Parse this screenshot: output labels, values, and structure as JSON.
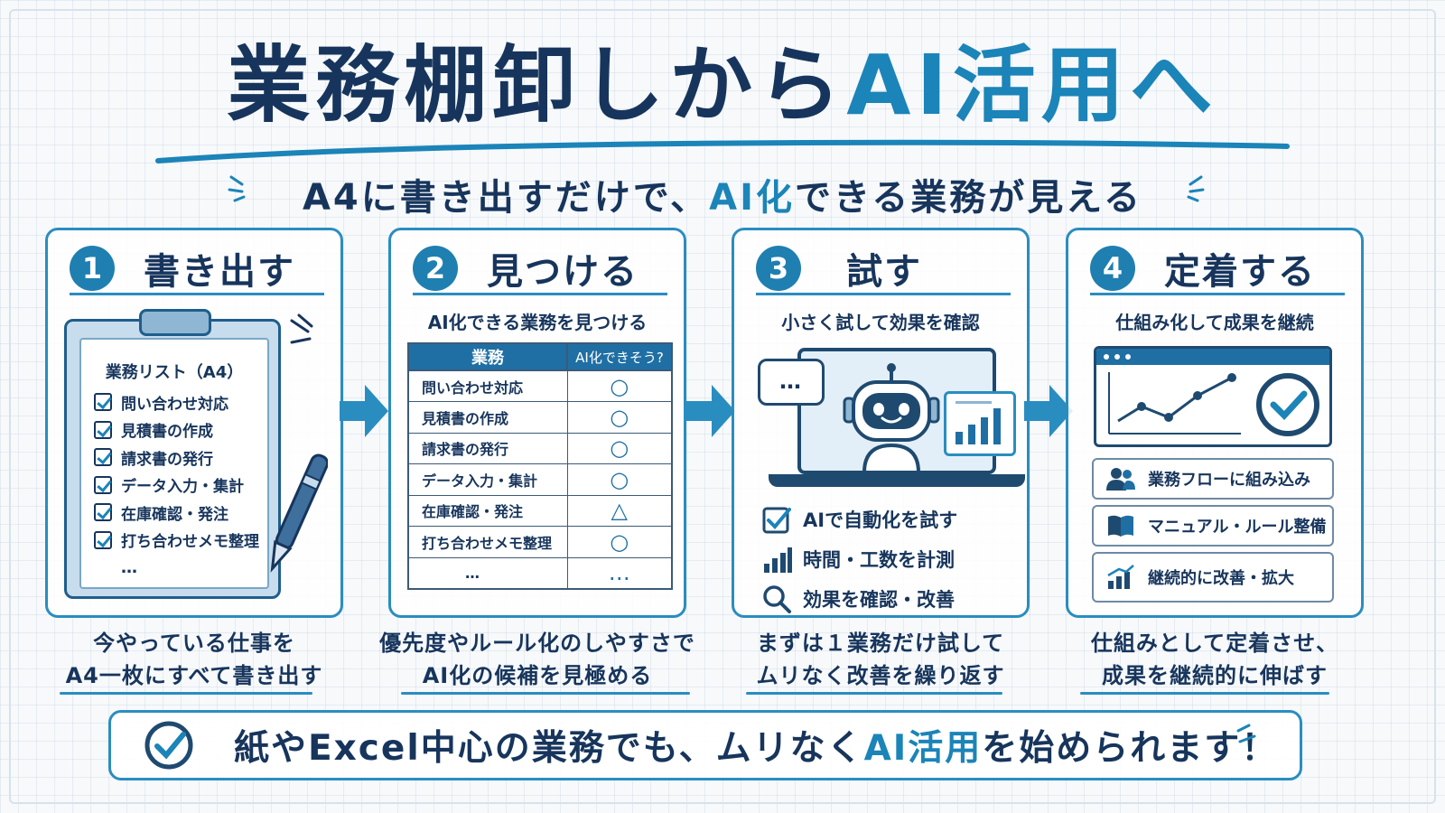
{
  "title": {
    "part1": "業務棚卸しから",
    "part2": "AI活用へ"
  },
  "subtitle": {
    "part1": "A4に書き出すだけで、",
    "part2": "AI化",
    "part3": "できる業務が見える"
  },
  "colors": {
    "navy": "#17355c",
    "accent": "#1b84b8",
    "border": "#2a8dc0",
    "grid": "#f7f9fb"
  },
  "steps": [
    {
      "num": "1",
      "title": "書き出す",
      "clipboard": {
        "title": "業務リスト（A4）",
        "items": [
          "問い合わせ対応",
          "見積書の作成",
          "請求書の発行",
          "データ入力・集計",
          "在庫確認・発注",
          "打ち合わせメモ整理"
        ],
        "more": "…"
      },
      "icons": [
        "clipboard-icon",
        "checkbox-icon",
        "pen-icon"
      ],
      "caption": [
        "今やっている仕事を",
        "A4一枚にすべて書き出す"
      ]
    },
    {
      "num": "2",
      "title": "見つける",
      "sub": "AI化できる業務を見つける",
      "table": {
        "headers": [
          "業務",
          "AI化できそう?"
        ],
        "rows": [
          {
            "task": "問い合わせ対応",
            "mark": "○"
          },
          {
            "task": "見積書の作成",
            "mark": "○"
          },
          {
            "task": "請求書の発行",
            "mark": "○"
          },
          {
            "task": "データ入力・集計",
            "mark": "○"
          },
          {
            "task": "在庫確認・発注",
            "mark": "△"
          },
          {
            "task": "打ち合わせメモ整理",
            "mark": "○"
          },
          {
            "task": "…",
            "mark": "…"
          }
        ]
      },
      "caption": [
        "優先度やルール化のしやすさで",
        "AI化の候補を見極める"
      ]
    },
    {
      "num": "3",
      "title": "試す",
      "sub": "小さく試して効果を確認",
      "bubble": "…",
      "icons": [
        "laptop-icon",
        "robot-icon",
        "chat-bubble-icon",
        "bar-chart-icon"
      ],
      "list": [
        {
          "icon": "checkbox-icon",
          "label": "AIで自動化を試す"
        },
        {
          "icon": "bar-chart-icon",
          "label": "時間・工数を計測"
        },
        {
          "icon": "search-icon",
          "label": "効果を確認・改善"
        }
      ],
      "caption": [
        "まずは１業務だけ試して",
        "ムリなく改善を繰り返す"
      ]
    },
    {
      "num": "4",
      "title": "定着する",
      "sub": "仕組み化して成果を継続",
      "icons": [
        "browser-window-icon",
        "line-chart-icon",
        "check-circle-icon"
      ],
      "features": [
        {
          "icon": "users-icon",
          "label": "業務フローに組み込み"
        },
        {
          "icon": "book-icon",
          "label": "マニュアル・ルール整備"
        },
        {
          "icon": "growth-chart-icon",
          "label": "継続的に改善・拡大"
        }
      ],
      "caption": [
        "仕組みとして定着させ、",
        "成果を継続的に伸ばす"
      ]
    }
  ],
  "banner": {
    "part1": "紙やExcel中心の業務でも、ムリなく",
    "part2": "AI活用",
    "part3": "を始められます！",
    "icon": "check-circle-icon"
  }
}
